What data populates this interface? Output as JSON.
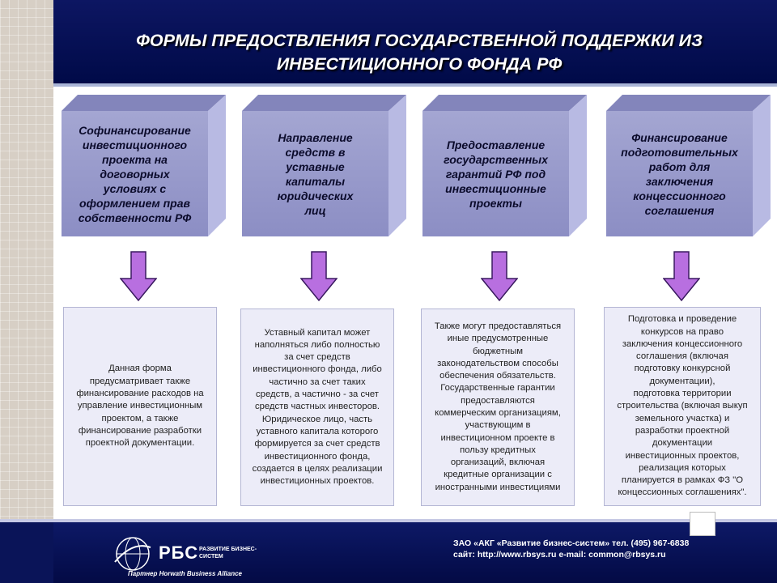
{
  "header": {
    "title": "ФОРМЫ ПРЕДОСТВЛЕНИЯ ГОСУДАРСТВЕННОЙ ПОДДЕРЖКИ ИЗ\nИНВЕСТИЦИОННОГО ФОНДА РФ"
  },
  "forms": [
    {
      "label": "Софинансирование\nинвестиционного\nпроекта на\nдоговорных\nусловиях с\nоформлением прав\nсобственности РФ"
    },
    {
      "label": "Направление\nсредств в\nуставные\nкапиталы\nюридических\nлиц"
    },
    {
      "label": "Предоставление\nгосударственных\nгарантий РФ под\nинвестиционные\nпроекты"
    },
    {
      "label": "Финансирование\nподготовительных\nработ для\nзаключения\nконцессионного\nсоглашения"
    }
  ],
  "descriptions": [
    {
      "text": "Данная форма\nпредусматривает также\nфинансирование расходов на\nуправление инвестиционным\nпроектом, а также\nфинансирование разработки\nпроектной документации."
    },
    {
      "text": "Уставный капитал может\nнаполняться либо полностью\nза счет средств\nинвестиционного фонда, либо\nчастично за счет таких\nсредств, а частично - за счет\nсредств частных инвесторов.\nЮридическое лицо, часть\nуставного капитала которого\nформируется за счет средств\nинвестиционного фонда,\nсоздается в целях реализации\nинвестиционных  проектов."
    },
    {
      "text": "Также могут предоставляться\nиные предусмотренные\nбюджетным\nзаконодательством способы\nобеспечения обязательств.\nГосударственные гарантии\nпредоставляются\nкоммерческим организациям,\nучаствующим в\nинвестиционном проекте в\nпользу кредитных\nорганизаций, включая\nкредитные организации с\nиностранными инвестициями"
    },
    {
      "text": "Подготовка и проведение\nконкурсов на право\nзаключения концессионного\nсоглашения (включая\nподготовку конкурсной\nдокументации),\nподготовка территории\nстроительства (включая выкуп\nземельного участка) и\nразработки проектной\nдокументации\nинвестиционных  проектов,\nреализация которых\nпланируется в рамках ФЗ \"О\nконцессионных соглашениях\"."
    }
  ],
  "footer": {
    "logo_name": "РБС",
    "logo_tagline": "РАЗВИТИЕ   БИЗНЕС-СИСТЕМ",
    "partner": "Партнер Horwath Business Alliance",
    "company": "ЗАО «АКГ «Развитие бизнес-систем»  тел. (495) 967-6838",
    "contacts": "сайт: http://www.rbsys.ru    e-mail: common@rbsys.ru"
  },
  "colors": {
    "banner": "#000a48",
    "card_face": "#9a9ccc",
    "card_top": "#8385bb",
    "card_side": "#b3b5e0",
    "arrow_fill": "#b86fe0",
    "desc_bg": "#ececf8"
  }
}
